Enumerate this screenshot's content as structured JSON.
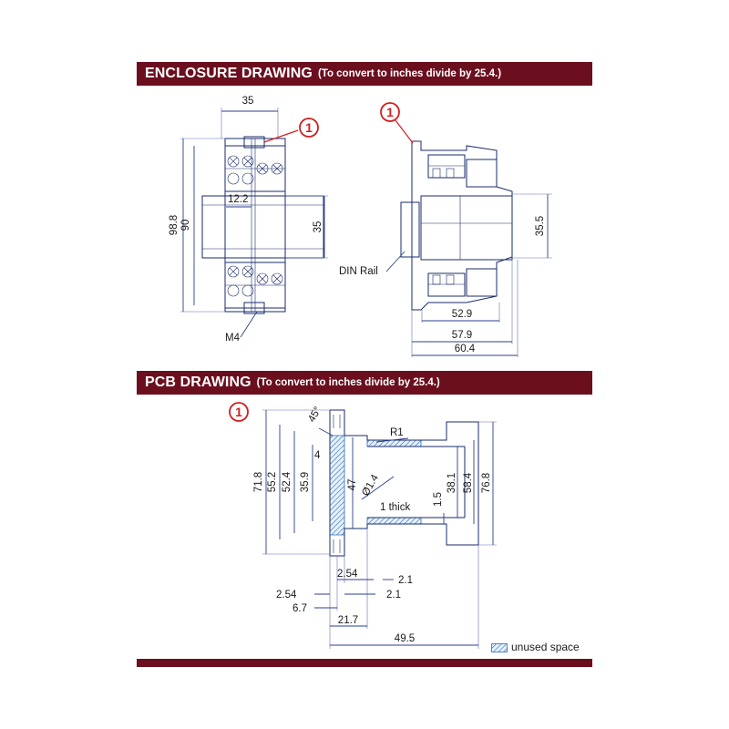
{
  "enclosure": {
    "title": "ENCLOSURE DRAWING",
    "note": "(To convert to inches divide by 25.4.)",
    "callout": "1",
    "dims": {
      "width_top": "35",
      "height_outer": "98.8",
      "height_inner": "90",
      "rail_width": "35",
      "pitch": "12.2",
      "screw": "M4",
      "side_height": "35.5",
      "depth_1": "52.9",
      "depth_2": "57.9",
      "depth_3": "60.4"
    },
    "din_rail_label": "DIN Rail"
  },
  "pcb": {
    "title": "PCB DRAWING",
    "note": "(To convert to inches divide by 25.4.)",
    "callout": "1",
    "dims": {
      "angle": "45°",
      "radius": "R1",
      "slot_4": "4",
      "h_71_8": "71.8",
      "h_55_2": "55.2",
      "h_52_4": "52.4",
      "h_35_9": "35.9",
      "h_47": "47",
      "hole": "Ø1.4",
      "thickness": "1 thick",
      "h_1_5": "1.5",
      "h_38_1": "38.1",
      "h_58_4": "58.4",
      "h_76_8": "76.8",
      "w_2_54_a": "2.54",
      "w_2_1_a": "2.1",
      "w_2_54_b": "2.54",
      "w_2_1_b": "2.1",
      "w_6_7": "6.7",
      "w_21_7": "21.7",
      "w_49_5": "49.5"
    }
  },
  "legend": {
    "label": "unused space"
  },
  "colors": {
    "banner": "#6b0f1f",
    "callout": "#d02020",
    "dimension": "#2a3f8f",
    "hatch": "#2a6fb8"
  }
}
